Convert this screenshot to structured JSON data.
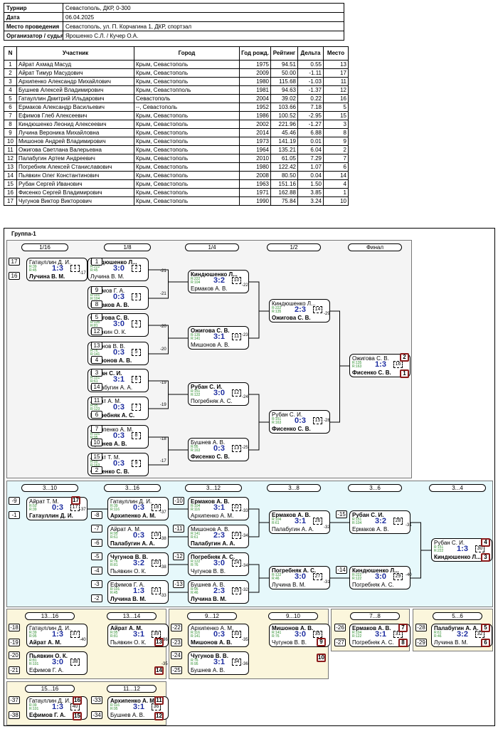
{
  "info": [
    {
      "label": "Турнир",
      "value": "Севастополь, ДКР, 0-300"
    },
    {
      "label": "Дата",
      "value": "06.04.2025"
    },
    {
      "label": "Место проведения",
      "value": "Севастополь, ул. П. Корчагина 1, ДКР, спортзал"
    },
    {
      "label": "Организатор / судья",
      "value": "Ярошенко С.Л. / Кучер О.А."
    }
  ],
  "participants": {
    "headers": [
      "N",
      "Участник",
      "Город",
      "Год рожд.",
      "Рейтинг",
      "Дельта",
      "Место"
    ],
    "rows": [
      [
        "1",
        "Айрат Ахмад Масуд",
        "Крым, Севастополь",
        "1975",
        "94.51",
        "0.55",
        "13"
      ],
      [
        "2",
        "Айрат Тимур Масудович",
        "Крым, Севастополь",
        "2009",
        "50.00",
        "-1.11",
        "17"
      ],
      [
        "3",
        "Архипенко Александр Михайлович",
        "Крым, Севастополь",
        "1980",
        "115.68",
        "-1.03",
        "11"
      ],
      [
        "4",
        "Бушнев Алексей Владимирович",
        "Крым, Севастопполь",
        "1981",
        "94.63",
        "-1.37",
        "12"
      ],
      [
        "5",
        "Гатауллин Дмитрий Ильдарович",
        "Севастополь",
        "2004",
        "39.02",
        "0.22",
        "16"
      ],
      [
        "6",
        "Ермаков Александр Васильевич",
        "--, Севастополь",
        "1952",
        "103.66",
        "7.18",
        "5"
      ],
      [
        "7",
        "Ефимов Глеб Алексеевич",
        "Крым, Севастополь",
        "1986",
        "100.52",
        "-2.95",
        "15"
      ],
      [
        "8",
        "Киндюшенко Леонид Алексеевич",
        "Крым, Севастополь",
        "2002",
        "221.96",
        "-1.27",
        "3"
      ],
      [
        "9",
        "Лучина Вероника Михайловна",
        "Крым, Севастополь",
        "2014",
        "45.46",
        "6.88",
        "8"
      ],
      [
        "10",
        "Мишонов Андрей Владимирович",
        "Крым, Севастополь",
        "1973",
        "141.19",
        "0.01",
        "9"
      ],
      [
        "11",
        "Ожигова Светлана Валерьевна",
        "Крым, Севастополь",
        "1964",
        "135.21",
        "6.04",
        "2"
      ],
      [
        "12",
        "Палабугин Артем Андреевич",
        "Крым, Севастополь",
        "2010",
        "61.05",
        "7.29",
        "7"
      ],
      [
        "13",
        "Погребняк Алексей Станиславович",
        "Крым, Севастополь",
        "1980",
        "122.42",
        "1.07",
        "6"
      ],
      [
        "14",
        "Пьявкин Олег Константинович",
        "Крым, Севастополь",
        "2008",
        "80.50",
        "0.04",
        "14"
      ],
      [
        "15",
        "Рубан Сергей Иванович",
        "Крым, Севастополь",
        "1963",
        "151.16",
        "1.50",
        "4"
      ],
      [
        "16",
        "Фисенко Сергей Владимирович",
        "Крым, Севастополь",
        "1971",
        "162.88",
        "3.85",
        "1"
      ],
      [
        "17",
        "Чугунов Виктор Викторович",
        "Крым, Севастополь",
        "1990",
        "75.84",
        "3.24",
        "10"
      ]
    ]
  },
  "group_title": "Группа-1",
  "colors": {
    "panel_main": "#f4f4f4",
    "panel_cons": "#e6f8fb",
    "panel_low": "#fbf6dc",
    "score": "#1e2ea0",
    "rating": "#2a8c2a",
    "place_border": "#8b1a1a"
  },
  "rounds": [
    {
      "label": "1/16"
    },
    {
      "label": "1/8"
    },
    {
      "label": "1/4"
    },
    {
      "label": "1/2"
    },
    {
      "label": "Финал"
    },
    {
      "label": "3...10"
    },
    {
      "label": "3...16"
    },
    {
      "label": "3...12"
    },
    {
      "label": "3...8"
    },
    {
      "label": "3...6"
    },
    {
      "label": "3...4"
    },
    {
      "label": "13...16"
    },
    {
      "label": "13...14"
    },
    {
      "label": "9...12"
    },
    {
      "label": "9...10"
    },
    {
      "label": "7...8"
    },
    {
      "label": "5...6"
    },
    {
      "label": "15...16"
    },
    {
      "label": "11...12"
    }
  ],
  "matches": [
    {
      "no": "1",
      "p1": "Гатауллин Д. И.",
      "r1": "R:39",
      "p2": "Лучина В. М.",
      "r2": "R:45",
      "score": "1:3",
      "win": 2
    },
    {
      "no": "2",
      "p1": "Киндюшенко Л...",
      "r1": "R:222",
      "p2": "Лучина В. М.",
      "r2": "R:45",
      "score": "3:0",
      "win": 1
    },
    {
      "no": "3",
      "p1": "Ефимов Г. А.",
      "r1": "R:101",
      "p2": "Ермаков А. В.",
      "r2": "R:104",
      "score": "0:3",
      "win": 2
    },
    {
      "no": "4",
      "p1": "Ожигова С. В.",
      "r1": "R:135",
      "p2": "Пьявкин О. К.",
      "r2": "R:81",
      "score": "3:0",
      "win": 1
    },
    {
      "no": "5",
      "p1": "Чугунов В. В.",
      "r1": "R:76",
      "p2": "Мишонов А. В.",
      "r2": "R:141",
      "score": "0:3",
      "win": 2
    },
    {
      "no": "6",
      "p1": "Рубан С. И.",
      "r1": "R:151",
      "p2": "Палабугин А. А.",
      "r2": "R:61",
      "score": "3:1",
      "win": 1
    },
    {
      "no": "7",
      "p1": "Айрат А. М.",
      "r1": "R:95",
      "p2": "Погребняк А. С.",
      "r2": "R:123",
      "score": "0:3",
      "win": 2
    },
    {
      "no": "8",
      "p1": "Архипенко А. М.",
      "r1": "R:116",
      "p2": "Бушнев А. В.",
      "r2": "R:95",
      "score": "0:3",
      "win": 2
    },
    {
      "no": "9",
      "p1": "Айрат Т. М.",
      "r1": "R:50",
      "p2": "Фисенко С. В.",
      "r2": "R:163",
      "score": "0:3",
      "win": 2
    },
    {
      "no": "10",
      "p1": "Киндюшенко Л...",
      "r1": "R:222",
      "p2": "Ермаков А. В.",
      "r2": "R:104",
      "score": "3:2",
      "win": 1
    },
    {
      "no": "11",
      "p1": "Ожигова С. В.",
      "r1": "R:135",
      "p2": "Мишонов А. В.",
      "r2": "R:141",
      "score": "3:1",
      "win": 1
    },
    {
      "no": "12",
      "p1": "Рубан С. И.",
      "r1": "R:151",
      "p2": "Погребняк А. С.",
      "r2": "R:122",
      "score": "3:0",
      "win": 1
    },
    {
      "no": "13",
      "p1": "Бушнев А. В.",
      "r1": "R:95",
      "p2": "Фисенко С. В.",
      "r2": "R:163",
      "score": "0:3",
      "win": 2
    },
    {
      "no": "14",
      "p1": "Киндюшенко Л...",
      "r1": "R:222",
      "p2": "Ожигова С. В.",
      "r2": "R:135",
      "score": "2:3",
      "win": 2
    },
    {
      "no": "15",
      "p1": "Рубан С. И.",
      "r1": "R:151",
      "p2": "Фисенко С. В.",
      "r2": "R:163",
      "score": "0:3",
      "win": 2
    },
    {
      "no": "16",
      "p1": "Ожигова С. В.",
      "r1": "R:135",
      "p2": "Фисенко С. В.",
      "r2": "R:163",
      "score": "1:3",
      "win": 2
    },
    {
      "no": "17",
      "p1": "Айрат Т. М.",
      "r1": "R:50",
      "p2": "Гатауллин Д. И.",
      "r2": "R:39",
      "score": "0:3",
      "win": 2
    },
    {
      "no": "18",
      "p1": "Гатауллин Д. И.",
      "r1": "R:39",
      "p2": "Архипенко А. М.",
      "r2": "R:116",
      "score": "0:3",
      "win": 2
    },
    {
      "no": "19",
      "p1": "Айрат А. М.",
      "r1": "R:95",
      "p2": "Палабугин А. А.",
      "r2": "R:61",
      "score": "0:3",
      "win": 2
    },
    {
      "no": "20",
      "p1": "Чугунов В. В.",
      "r1": "R:76",
      "p2": "Пьявкин О. К.",
      "r2": "R:81",
      "score": "3:2",
      "win": 1
    },
    {
      "no": "21",
      "p1": "Ефимов Г. А.",
      "r1": "R:101",
      "p2": "Лучина В. М.",
      "r2": "R:45",
      "score": "1:3",
      "win": 2
    },
    {
      "no": "22",
      "p1": "Ермаков А. В.",
      "r1": "R:104",
      "p2": "Архипенко А. М.",
      "r2": "R:116",
      "score": "3:1",
      "win": 1
    },
    {
      "no": "23",
      "p1": "Мишонов А. В.",
      "r1": "R:141",
      "p2": "Палабугин А. А.",
      "r2": "R:61",
      "score": "2:3",
      "win": 2
    },
    {
      "no": "24",
      "p1": "Погребняк А. С.",
      "r1": "R:122",
      "p2": "Чугунов В. В.",
      "r2": "R:76",
      "score": "3:0",
      "win": 1
    },
    {
      "no": "25",
      "p1": "Бушнев А. В.",
      "r1": "R:95",
      "p2": "Лучина В. М.",
      "r2": "R:46",
      "score": "2:3",
      "win": 2
    },
    {
      "no": "26",
      "p1": "Ермаков А. В.",
      "r1": "R:104",
      "p2": "Палабугин А. А.",
      "r2": "R:61",
      "score": "3:1",
      "win": 1
    },
    {
      "no": "27",
      "p1": "Погребняк А. С.",
      "r1": "R:122",
      "p2": "Лучина В. М.",
      "r2": "R:46",
      "score": "3:0",
      "win": 1
    },
    {
      "no": "28",
      "p1": "Рубан С. И.",
      "r1": "R:151",
      "p2": "Ермаков А. В.",
      "r2": "R:104",
      "score": "3:2",
      "win": 1
    },
    {
      "no": "29",
      "p1": "Киндюшенко Л...",
      "r1": "R:222",
      "p2": "Погребняк А. С.",
      "r2": "R:122",
      "score": "3:0",
      "win": 1
    },
    {
      "no": "30",
      "p1": "Рубан С. И.",
      "r1": "R:151",
      "p2": "Киндюшенко Л...",
      "r2": "R:222",
      "score": "1:3",
      "win": 2
    },
    {
      "no": "31",
      "p1": "Ермаков А. В.",
      "r1": "R:104",
      "p2": "Погребняк А. С.",
      "r2": "R:122",
      "score": "3:1",
      "win": 1
    },
    {
      "no": "32",
      "p1": "Палабугин А. А.",
      "r1": "R:61",
      "p2": "Лучина В. М.",
      "r2": "R:46",
      "score": "3:2",
      "win": 1
    },
    {
      "no": "33",
      "p1": "Архипенко А. М.",
      "r1": "R:116",
      "p2": "Мишонов А. В.",
      "r2": "R:141",
      "score": "0:3",
      "win": 2
    },
    {
      "no": "34",
      "p1": "Чугунов В. В.",
      "r1": "R:76",
      "p2": "Бушнев А. В.",
      "r2": "R:95",
      "score": "3:1",
      "win": 1
    },
    {
      "no": "35",
      "p1": "Мишонов А. В.",
      "r1": "R:141",
      "p2": "Чугунов В. В.",
      "r2": "R:76",
      "score": "3:0",
      "win": 1
    },
    {
      "no": "36",
      "p1": "Архипенко А. М.",
      "r1": "R:116",
      "p2": "Бушнев А. В.",
      "r2": "R:95",
      "score": "3:1",
      "win": 1
    },
    {
      "no": "37",
      "p1": "Гатауллин Д. И.",
      "r1": "R:39",
      "p2": "Айрат А. М.",
      "r2": "R:95",
      "score": "1:3",
      "win": 2
    },
    {
      "no": "38",
      "p1": "Пьявкин О. К.",
      "r1": "R:81",
      "p2": "Ефимов Г. А.",
      "r2": "R:101",
      "score": "3:0",
      "win": 1
    },
    {
      "no": "39",
      "p1": "Айрат А. М.",
      "r1": "R:95",
      "p2": "Пьявкин О. К.",
      "r2": "R:81",
      "score": "3:1",
      "win": 1
    },
    {
      "no": "40",
      "p1": "Гатауллин Д. И.",
      "r1": "R:39",
      "p2": "Ефимов Г. А.",
      "r2": "R:101",
      "score": "1:3",
      "win": 2
    }
  ],
  "seeds": [
    "17",
    "16",
    "1",
    "9",
    "8",
    "5",
    "12",
    "13",
    "4",
    "3",
    "14",
    "11",
    "6",
    "7",
    "10",
    "15",
    "2"
  ],
  "slots": [
    "-9",
    "-1",
    "-8",
    "-10",
    "-7",
    "-6",
    "-11",
    "-5",
    "-4",
    "-12",
    "-3",
    "-2",
    "-13",
    "-15",
    "-14",
    "-18",
    "-19",
    "-20",
    "-21",
    "-22",
    "-23",
    "-24",
    "-25",
    "-26",
    "-27",
    "-28",
    "-29",
    "-37",
    "-38",
    "-33",
    "-34"
  ],
  "feeds": [
    "-17",
    "-21",
    "-21",
    "-20",
    "-20",
    "-19",
    "-19",
    "-18",
    "-17",
    "-22",
    "-23",
    "-24",
    "-25",
    "-29",
    "-28",
    "-37",
    "-37",
    "-38",
    "-38",
    "-33",
    "-33",
    "-34",
    "-34",
    "-32",
    "-32",
    "-31",
    "-31",
    "-40",
    "-40",
    "-36",
    "-36",
    "-35",
    "-35"
  ],
  "places": [
    "17",
    "2",
    "1",
    "4",
    "3",
    "13",
    "14",
    "9",
    "10",
    "7",
    "8",
    "5",
    "6",
    "16",
    "15",
    "11",
    "12"
  ]
}
